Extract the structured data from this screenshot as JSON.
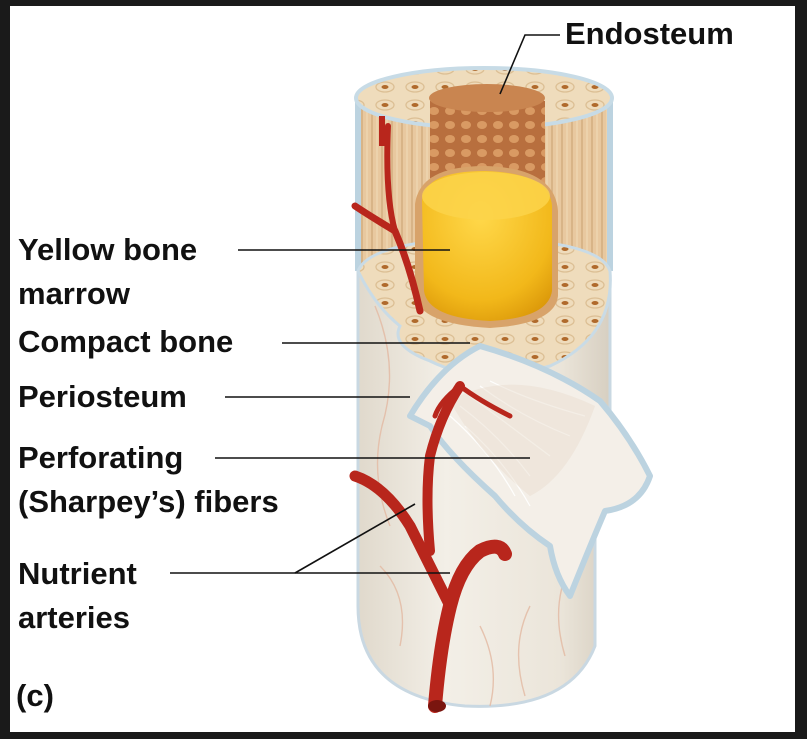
{
  "labels": {
    "endosteum": "Endosteum",
    "yellow_marrow_1": "Yellow bone",
    "yellow_marrow_2": "marrow",
    "compact_bone": "Compact bone",
    "periosteum": "Periosteum",
    "perforating_1": "Perforating",
    "perforating_2": "(Sharpey’s) fibers",
    "nutrient_1": "Nutrient",
    "nutrient_2": "arteries",
    "panel_letter": "(c)"
  },
  "colors": {
    "background": "#1a1a1a",
    "panel": "#ffffff",
    "bone_shell": "#e9e4da",
    "compact_bone": "#eed9b8",
    "spongy_bone": "#b86f3e",
    "yellow_marrow": "#f2b81a",
    "artery": "#b8261c",
    "periosteum": "#cfe0ea",
    "leader_line": "#111111"
  }
}
